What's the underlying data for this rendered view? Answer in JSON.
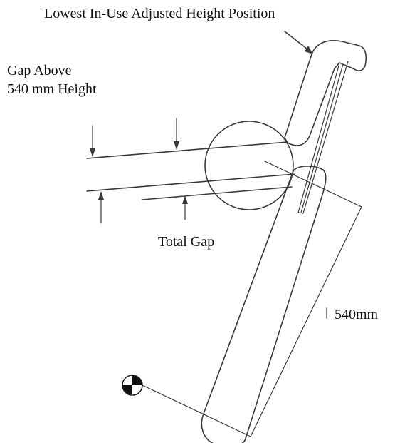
{
  "labels": {
    "lowest_position": "Lowest In-Use Adjusted Height Position",
    "gap_above_line1": "Gap Above",
    "gap_above_line2": "540 mm Height",
    "total_gap": "Total Gap",
    "height_540": "540mm"
  },
  "icons": {
    "hip_point": "hip-point-marker-icon"
  },
  "colors": {
    "line": "#3a3a3a",
    "text": "#111111",
    "background": "#ffffff"
  }
}
